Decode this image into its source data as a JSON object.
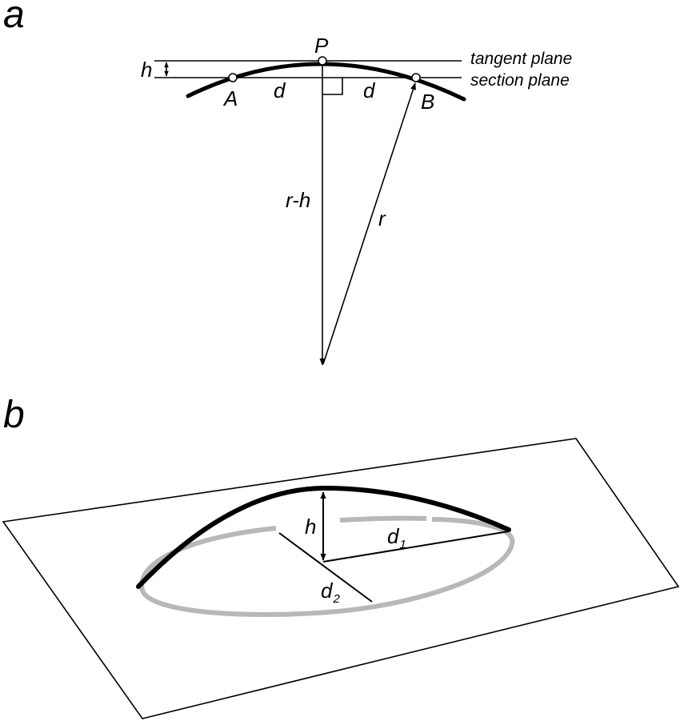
{
  "panel_a": {
    "letter": "a",
    "point_p": "P",
    "point_a": "A",
    "point_b": "B",
    "label_h": "h",
    "label_d_left": "d",
    "label_d_right": "d",
    "label_r_minus_h": "r-h",
    "label_r": "r",
    "tangent_plane": "tangent plane",
    "section_plane": "section plane"
  },
  "panel_b": {
    "letter": "b",
    "label_h": "h",
    "label_d1_base": "d",
    "label_d1_sub": "1",
    "label_d2_base": "d",
    "label_d2_sub": "2"
  },
  "colors": {
    "ink": "#000000",
    "ring": "#b8b8b8",
    "point_fill": "#ffffff"
  }
}
